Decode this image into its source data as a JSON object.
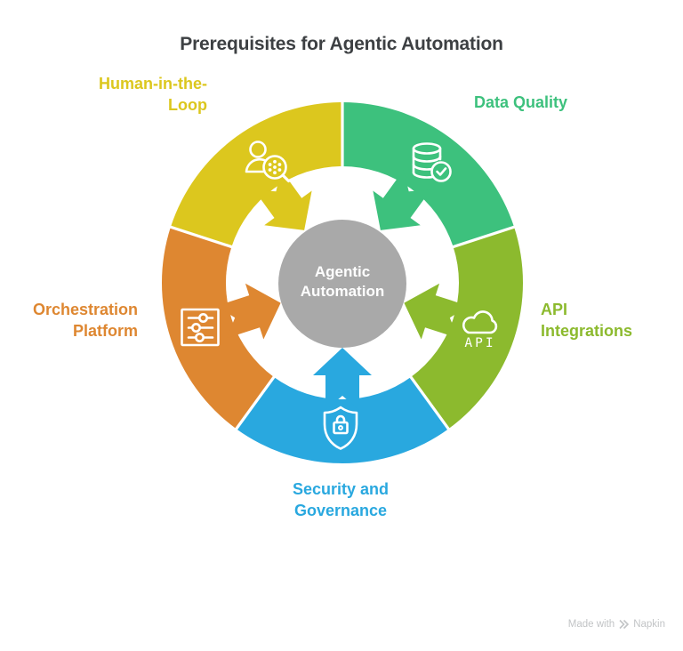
{
  "title": "Prerequisites for Agentic Automation",
  "center": {
    "lines": [
      "Agentic",
      "Automation"
    ],
    "bg_color": "#a9a9a9",
    "text_color": "#ffffff"
  },
  "segments": [
    {
      "name": "data-quality",
      "label_lines": [
        "Data Quality",
        ""
      ],
      "color": "#3dc17d",
      "icon": "database-check-icon"
    },
    {
      "name": "api-integrations",
      "label_lines": [
        "API",
        "Integrations"
      ],
      "color": "#8cba2e",
      "icon": "cloud-api-icon",
      "icon_label": "API"
    },
    {
      "name": "security-and-governance",
      "label_lines": [
        "Security and",
        "Governance"
      ],
      "color": "#29a8df",
      "icon": "shield-lock-icon"
    },
    {
      "name": "orchestration-platform",
      "label_lines": [
        "Orchestration",
        "Platform"
      ],
      "color": "#de8731",
      "icon": "sliders-icon"
    },
    {
      "name": "human-in-the-loop",
      "label_lines": [
        "Human-in-the-",
        "Loop"
      ],
      "color": "#dcc71e",
      "icon": "person-review-icon"
    }
  ],
  "colors": {
    "background": "#ffffff",
    "title_text": "#3d4043",
    "icon_stroke": "#ffffff",
    "divider": "#ffffff",
    "watermark": "#c2c4c6"
  },
  "watermark": {
    "text": "Made with",
    "brand": "Napkin"
  }
}
